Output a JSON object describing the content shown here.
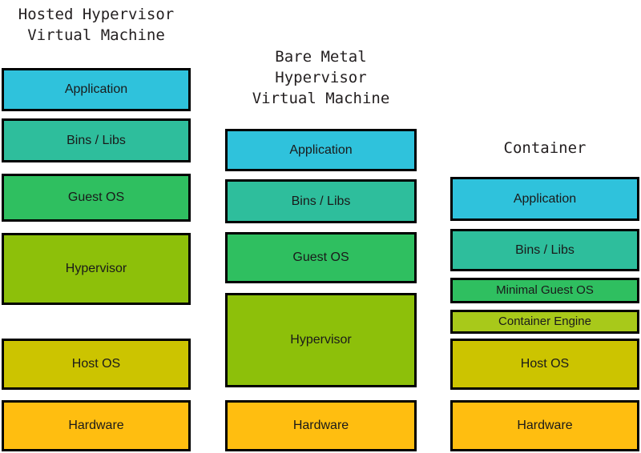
{
  "diagram": {
    "title": "Hosted Hypervisor Virtual Machine vs Bare Metal Hypervisor Virtual Machine vs Container",
    "background": "#ffffff",
    "border_color": "#000000",
    "palette": {
      "application": "#2fc2dc",
      "bins_libs": "#2ebe9c",
      "guest_os": "#2fbf60",
      "hypervisor": "#8dc00a",
      "container_engine": "#a8c91a",
      "host_os": "#ccc400",
      "hardware": "#ffbe10"
    }
  },
  "columns": [
    {
      "id": "hosted-hypervisor-vm",
      "title": "Hosted Hypervisor\nVirtual Machine",
      "title_lines": 2,
      "layers": [
        {
          "label": "Application",
          "color": "#2fc2dc"
        },
        {
          "label": "Bins / Libs",
          "color": "#2ebe9c"
        },
        {
          "label": "Guest OS",
          "color": "#2fbf60"
        },
        {
          "label": "Hypervisor",
          "color": "#8dc00a"
        },
        {
          "label": "Host OS",
          "color": "#ccc400"
        },
        {
          "label": "Hardware",
          "color": "#ffbe10"
        }
      ]
    },
    {
      "id": "bare-metal-hypervisor-vm",
      "title": "Bare Metal\nHypervisor\nVirtual Machine",
      "title_lines": 3,
      "layers": [
        {
          "label": "Application",
          "color": "#2fc2dc"
        },
        {
          "label": "Bins / Libs",
          "color": "#2ebe9c"
        },
        {
          "label": "Guest OS",
          "color": "#2fbf60"
        },
        {
          "label": "Hypervisor",
          "color": "#8dc00a"
        },
        {
          "label": "Hardware",
          "color": "#ffbe10"
        }
      ]
    },
    {
      "id": "container",
      "title": "Container",
      "title_lines": 1,
      "layers": [
        {
          "label": "Application",
          "color": "#2fc2dc"
        },
        {
          "label": "Bins / Libs",
          "color": "#2ebe9c"
        },
        {
          "label": "Minimal Guest OS",
          "color": "#2fbf60"
        },
        {
          "label": "Container Engine",
          "color": "#a8c91a"
        },
        {
          "label": "Host OS",
          "color": "#ccc400"
        },
        {
          "label": "Hardware",
          "color": "#ffbe10"
        }
      ]
    }
  ]
}
